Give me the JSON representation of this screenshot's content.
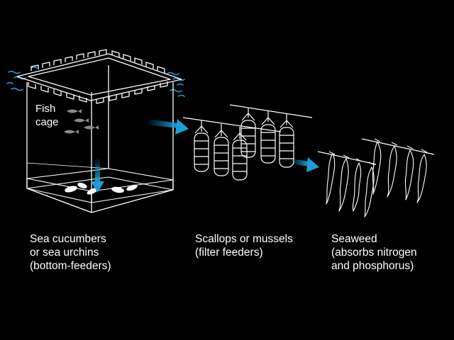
{
  "cage_label": [
    "Fish",
    "cage"
  ],
  "captions": {
    "bottom_feeders": [
      "Sea cucumbers",
      "or sea urchins",
      "(bottom-feeders)"
    ],
    "filter_feeders": [
      "Scallops or mussels",
      "(filter feeders)"
    ],
    "seaweed": [
      "Seaweed",
      "(absorbs nitrogen",
      "and phosphorus)"
    ]
  },
  "colors": {
    "background": "#000000",
    "line": "#ffffff",
    "arrow": "#1aa0d6",
    "water": "#2a8fc4",
    "fish": "#8a8a8a"
  }
}
